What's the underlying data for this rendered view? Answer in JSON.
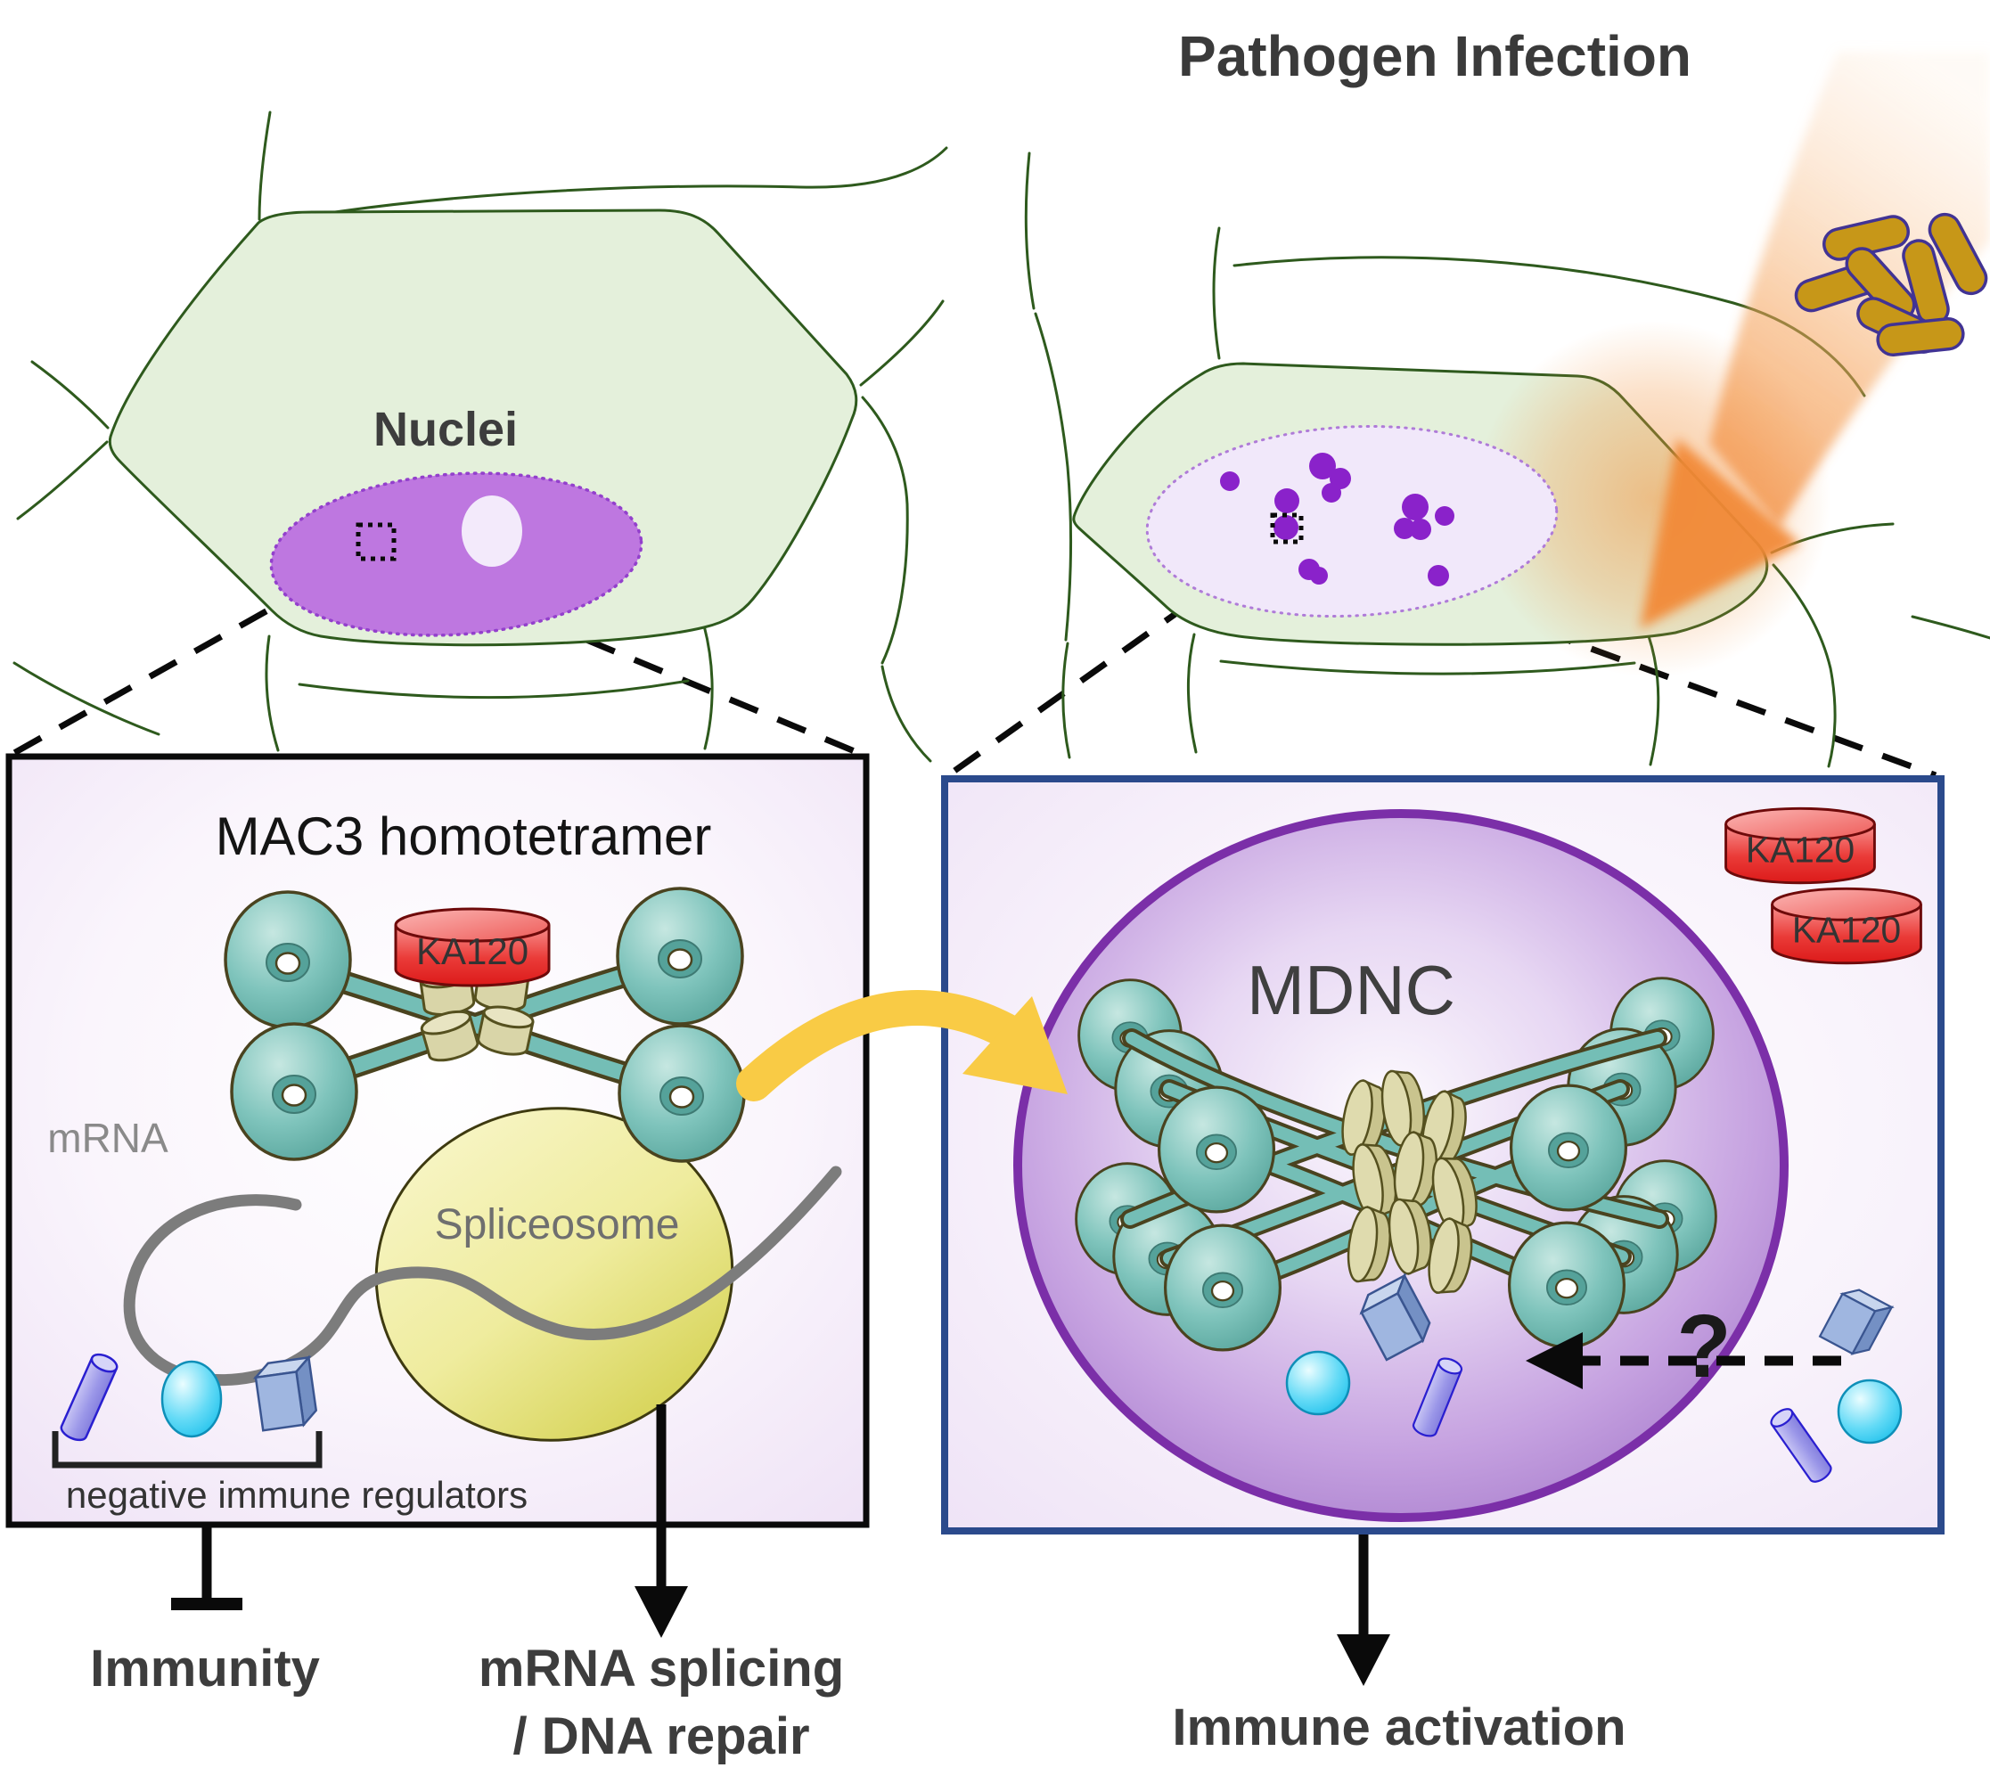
{
  "header": {
    "pathogen_title": "Pathogen Infection"
  },
  "left_cell": {
    "label": "Nuclei"
  },
  "mac3_box": {
    "title": "MAC3 homotetramer",
    "ka120_label": "KA120",
    "mrna_label": "mRNA",
    "spliceosome_label": "Spliceosome",
    "regulators_label": "negative immune regulators"
  },
  "mdnc_box": {
    "title": "MDNC",
    "ka120_label": "KA120",
    "question_mark": "?"
  },
  "outcomes": {
    "immunity": "Immunity",
    "splicing_line1": "mRNA splicing",
    "splicing_line2": "/ DNA repair",
    "immune_activation": "Immune activation"
  },
  "colors": {
    "cell_fill": "#E4F0DB",
    "cell_wall": "#2E5A1D",
    "nucleus_purple": "#BE77E0",
    "nucleus_infected": "#F1E8FA",
    "condensate_dot": "#8A22CA",
    "box_border_left": "#0A0A0A",
    "box_border_right": "#2B4A8C",
    "donut_teal": "#7FC4BC",
    "tan_subunit": "#D9D5A8",
    "ka120_red": "#E02222",
    "spliceosome_yellow": "#E8E58A",
    "mrna_gray": "#7C7C7C",
    "mdnc_purple_border": "#7B2FA8",
    "yellow_arrow": "#F9CB45",
    "infection_orange": "#F08030",
    "bacteria_gold": "#C79718"
  }
}
